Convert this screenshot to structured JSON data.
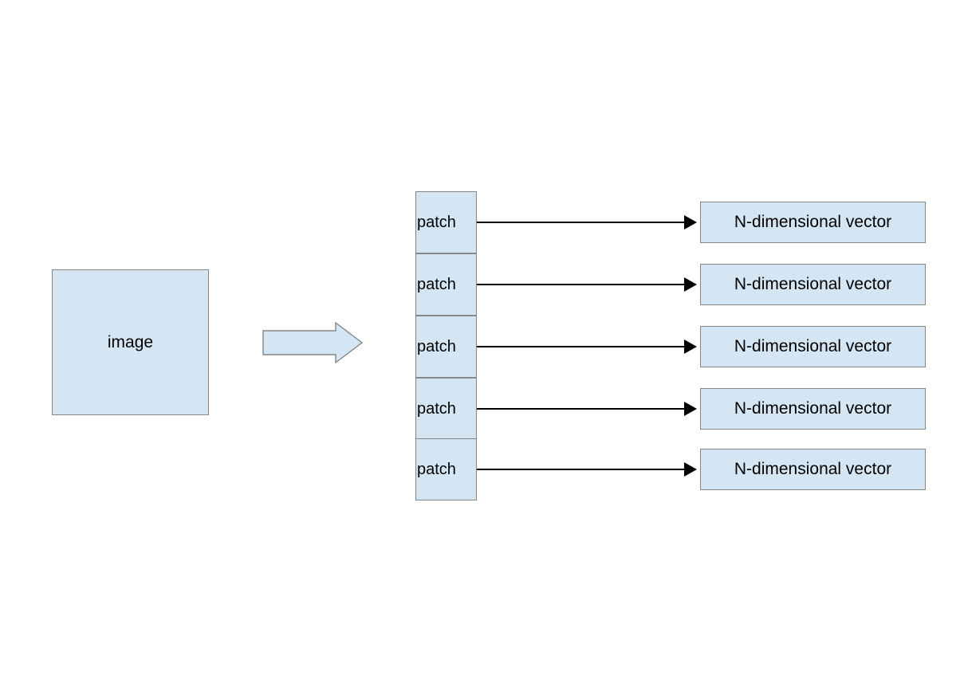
{
  "diagram": {
    "title": "image to patch embedding diagram",
    "colors": {
      "node_fill": "#d4e6f4",
      "node_stroke": "#868686",
      "arrow_fill": "#d4e6f4",
      "arrow_stroke": "#868686",
      "connector": "#000000",
      "background": "#ffffff",
      "text": "#000000"
    },
    "image_node": {
      "label": "image"
    },
    "transform_arrow": {
      "name": "block-arrow",
      "direction": "right"
    },
    "patches": [
      {
        "label": "patch"
      },
      {
        "label": "patch"
      },
      {
        "label": "patch"
      },
      {
        "label": "patch"
      },
      {
        "label": "patch"
      }
    ],
    "vectors": [
      {
        "label": "N-dimensional vector"
      },
      {
        "label": "N-dimensional vector"
      },
      {
        "label": "N-dimensional vector"
      },
      {
        "label": "N-dimensional vector"
      },
      {
        "label": "N-dimensional vector"
      }
    ],
    "connectors": [
      {
        "from": "patch-1",
        "to": "vector-1",
        "style": "arrow"
      },
      {
        "from": "patch-2",
        "to": "vector-2",
        "style": "arrow"
      },
      {
        "from": "patch-3",
        "to": "vector-3",
        "style": "arrow"
      },
      {
        "from": "patch-4",
        "to": "vector-4",
        "style": "arrow"
      },
      {
        "from": "patch-5",
        "to": "vector-5",
        "style": "arrow"
      }
    ]
  }
}
